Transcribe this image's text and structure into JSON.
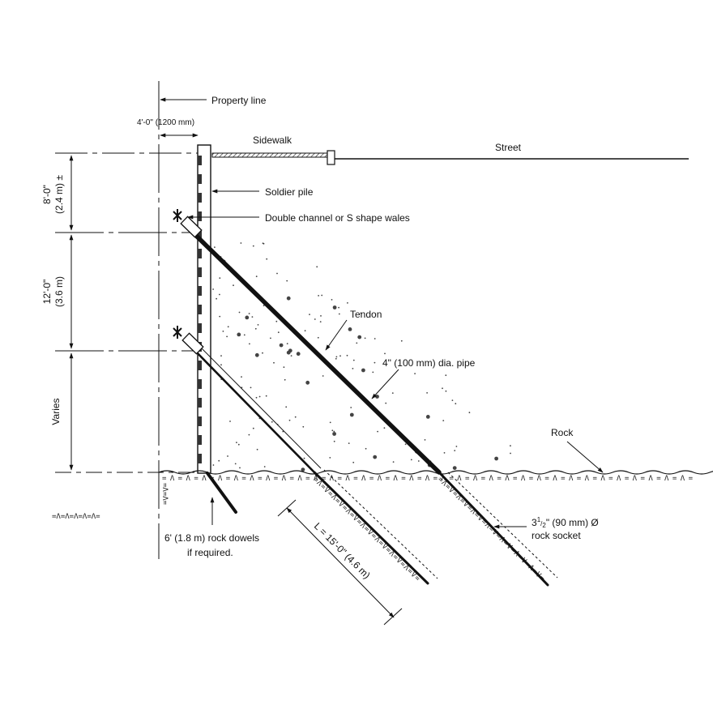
{
  "labels": {
    "property_line": "Property line",
    "setback": "4'-0\" (1200 mm)",
    "sidewalk": "Sidewalk",
    "street": "Street",
    "soldier_pile": "Soldier pile",
    "wales": "Double channel or S shape wales",
    "tendon": "Tendon",
    "pipe": "4\" (100 mm) dia. pipe",
    "rock": "Rock",
    "socket_line1_pre": "3",
    "socket_sup": "1",
    "socket_sub": "2",
    "socket_line1_post": "\" (90 mm) Ø",
    "socket_line2": "rock socket",
    "dowels_line1": "6' (1.8 m) rock dowels",
    "dowels_line2": "if required.",
    "bond_length": "L = 15'-0\" (4.6 m)",
    "dim_top_1": "8'-0\"",
    "dim_top_2": "(2.4 m) ±",
    "dim_mid_1": "12'-0\"",
    "dim_mid_2": "(3.6 m)",
    "dim_bottom": "Varies"
  },
  "rock_pattern": {
    "ground": "=Λ=Λ=Λ=Λ=Λ=Λ=Λ=Λ=Λ=Λ=Λ=Λ=Λ=Λ=Λ=Λ=Λ=Λ=Λ=Λ=Λ=Λ=Λ=Λ=Λ=Λ=Λ=Λ=Λ=Λ=Λ=Λ=Λ=",
    "left": "=Λ=Λ=Λ=Λ=Λ=",
    "socket": "=Λ=V=Λ=V=Λ=V=Λ=V=Λ=V=Λ=V=Λ=V="
  }
}
